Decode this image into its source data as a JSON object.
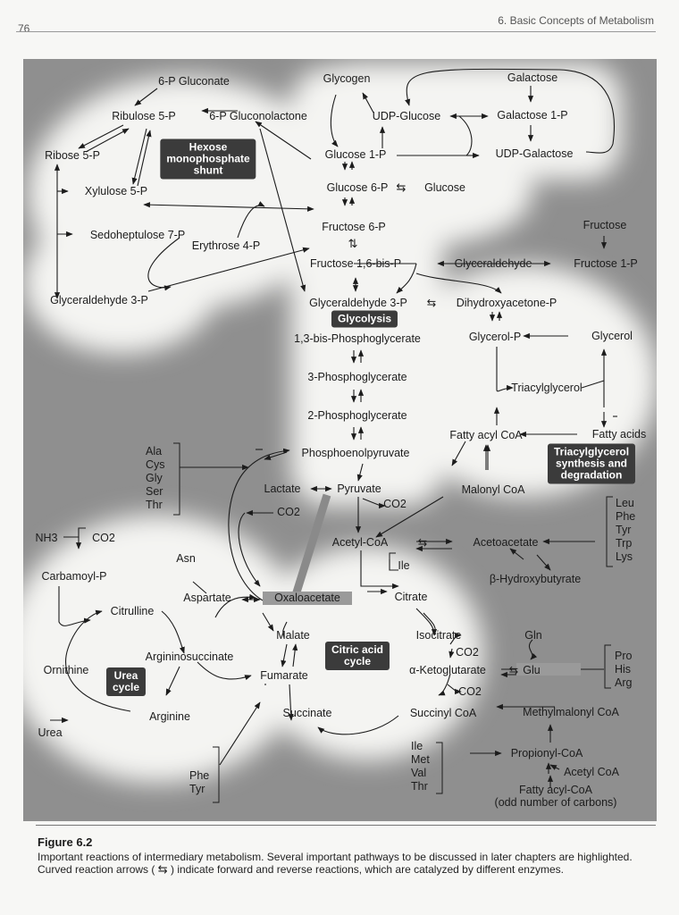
{
  "page": {
    "number": "76",
    "chapter_title": "6. Basic Concepts of Metabolism"
  },
  "figure": {
    "label": "Figure 6.2",
    "caption_part1": "Important reactions of intermediary metabolism. Several important pathways to be discussed in later chapters are highlighted.  Curved reaction arrows (",
    "caption_part2": ") indicate forward and reverse reactions, which are catalyzed by different enzymes.",
    "caption_icon": "curved-reversible-arrows-icon"
  },
  "pathway_boxes": {
    "hexose": "Hexose\nmonophosphate\nshunt",
    "glycolysis": "Glycolysis",
    "tag": "Triacylglycerol\nsynthesis and\ndegradation",
    "citric": "Citric acid\ncycle",
    "urea": "Urea\ncycle"
  },
  "metabolites": {
    "p6_gluconate": "6-P Gluconate",
    "glycogen": "Glycogen",
    "galactose": "Galactose",
    "ribulose5p": "Ribulose 5-P",
    "p6_gluconolactone": "6-P Gluconolactone",
    "udp_glucose": "UDP-Glucose",
    "galactose1p": "Galactose 1-P",
    "ribose5p": "Ribose 5-P",
    "glucose1p": "Glucose 1-P",
    "udp_galactose": "UDP-Galactose",
    "xylulose5p": "Xylulose 5-P",
    "glucose6p": "Glucose 6-P",
    "glucose": "Glucose",
    "sedoheptulose7p": "Sedoheptulose 7-P",
    "erythrose4p": "Erythrose 4-P",
    "fructose6p": "Fructose 6-P",
    "fructose": "Fructose",
    "fructose16bisp": "Fructose 1,6-bis-P",
    "glyceraldehyde": "Glyceraldehyde",
    "fructose1p": "Fructose 1-P",
    "glyceraldehyde3p_left": "Glyceraldehyde 3-P",
    "glyceraldehyde3p": "Glyceraldehyde 3-P",
    "dhap": "Dihydroxyacetone-P",
    "bpg13": "1,3-bis-Phosphoglycerate",
    "glycerolp": "Glycerol-P",
    "glycerol": "Glycerol",
    "pg3": "3-Phosphoglycerate",
    "triacylglycerol": "Triacylglycerol",
    "pg2": "2-Phosphoglycerate",
    "fatty_acyl_coa": "Fatty acyl CoA",
    "fatty_acids": "Fatty acids",
    "pep": "Phosphoenolpyruvate",
    "lactate": "Lactate",
    "pyruvate": "Pyruvate",
    "co2_pyr": "CO2",
    "co2_oaa": "CO2",
    "malonyl_coa": "Malonyl CoA",
    "nh3": "NH3",
    "co2_urea": "CO2",
    "acetyl_coa": "Acetyl-CoA",
    "acetoacetate": "Acetoacetate",
    "asn": "Asn",
    "ile_box": "Ile",
    "carbamoylp": "Carbamoyl-P",
    "hydroxybutyrate": "β-Hydroxybutyrate",
    "aspartate": "Aspartate",
    "oxaloacetate": "Oxaloacetate",
    "citrate": "Citrate",
    "citrulline": "Citrulline",
    "malate": "Malate",
    "isocitrate": "Isocitrate",
    "co2_ic": "CO2",
    "gln": "Gln",
    "argininosuccinate": "Argininosuccinate",
    "ornithine": "Ornithine",
    "fumarate": "Fumarate",
    "akg": "α-Ketoglutarate",
    "glu": "Glu",
    "co2_akg": "CO2",
    "arginine": "Arginine",
    "succinate": "Succinate",
    "succinyl_coa": "Succinyl CoA",
    "methylmalonyl_coa": "Methylmalonyl CoA",
    "urea": "Urea",
    "propionyl_coa": "Propionyl-CoA",
    "acetyl_coa2": "Acetyl CoA",
    "fatty_acyl_coa_odd": "Fatty acyl-CoA\n(odd number of carbons)"
  },
  "amino_acid_groups": {
    "to_pyruvate": "Ala\nCys\nGly\nSer\nThr",
    "to_acetoacetate": "Leu\nPhe\nTyr\nTrp\nLys",
    "to_glu": "Pro\nHis\nArg",
    "to_fumarate": "Phe\nTyr",
    "to_propionyl": "Ile\nMet\nVal\nThr"
  }
}
